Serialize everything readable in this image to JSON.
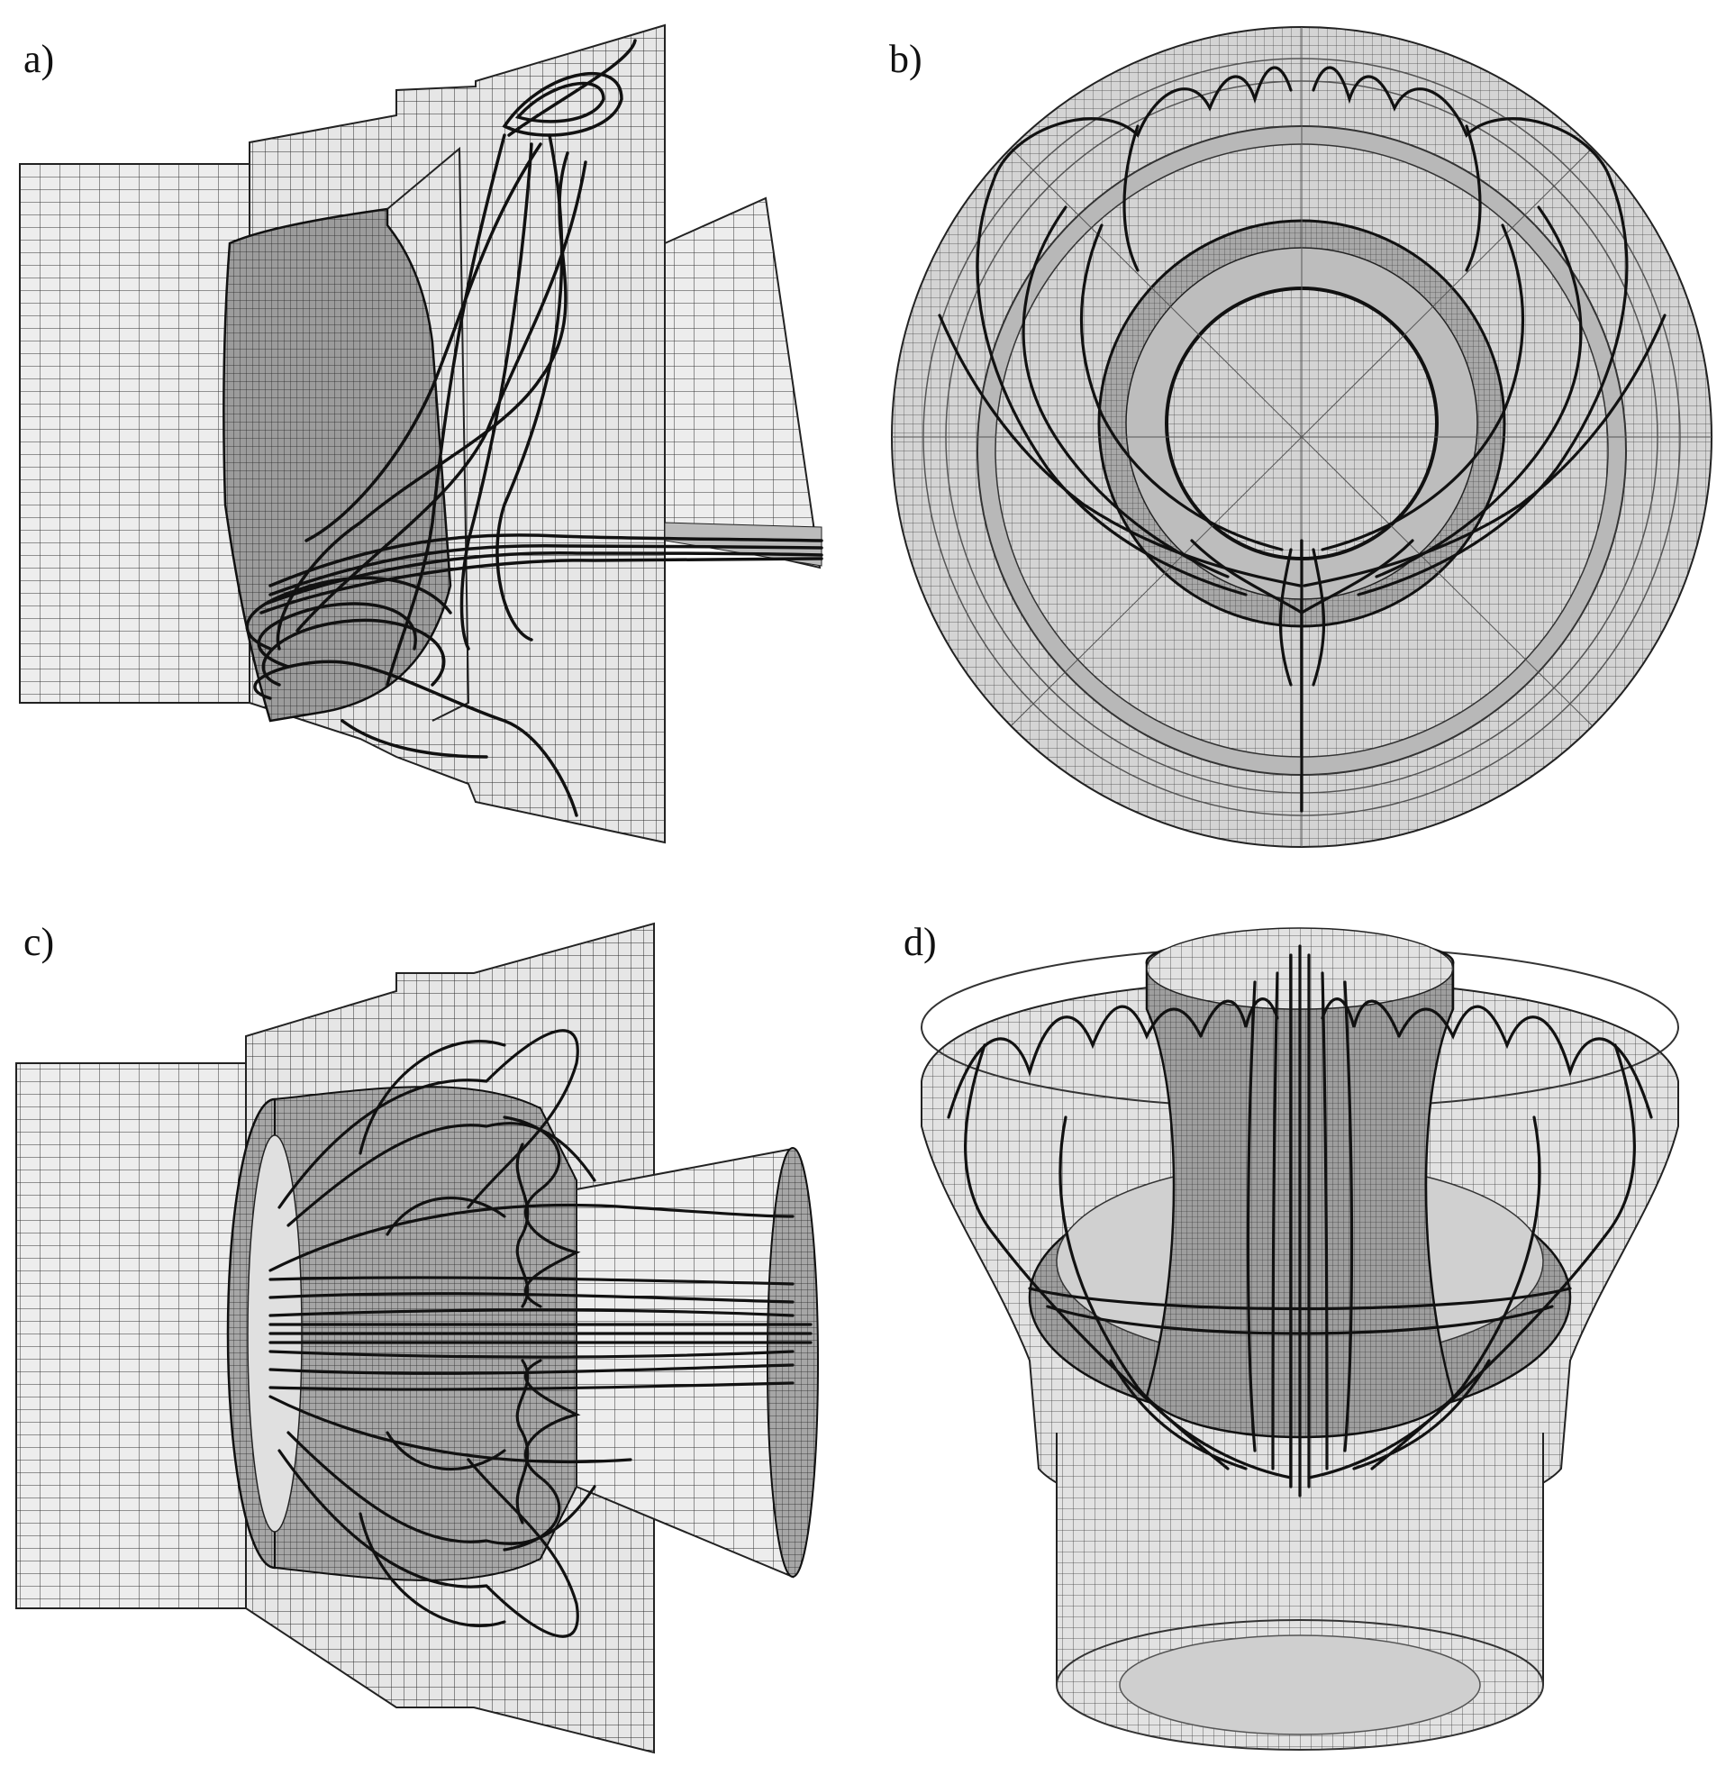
{
  "panels": [
    {
      "id": "a",
      "label": "a)"
    },
    {
      "id": "b",
      "label": "b)"
    },
    {
      "id": "c",
      "label": "c)"
    },
    {
      "id": "d",
      "label": "d)"
    }
  ],
  "colors": {
    "background": "#ffffff",
    "mesh_line": "#1a1a1a",
    "mesh_fill": "#d9d9d9",
    "dense_fill": "#9a9a9a",
    "streamline": "#111111"
  }
}
